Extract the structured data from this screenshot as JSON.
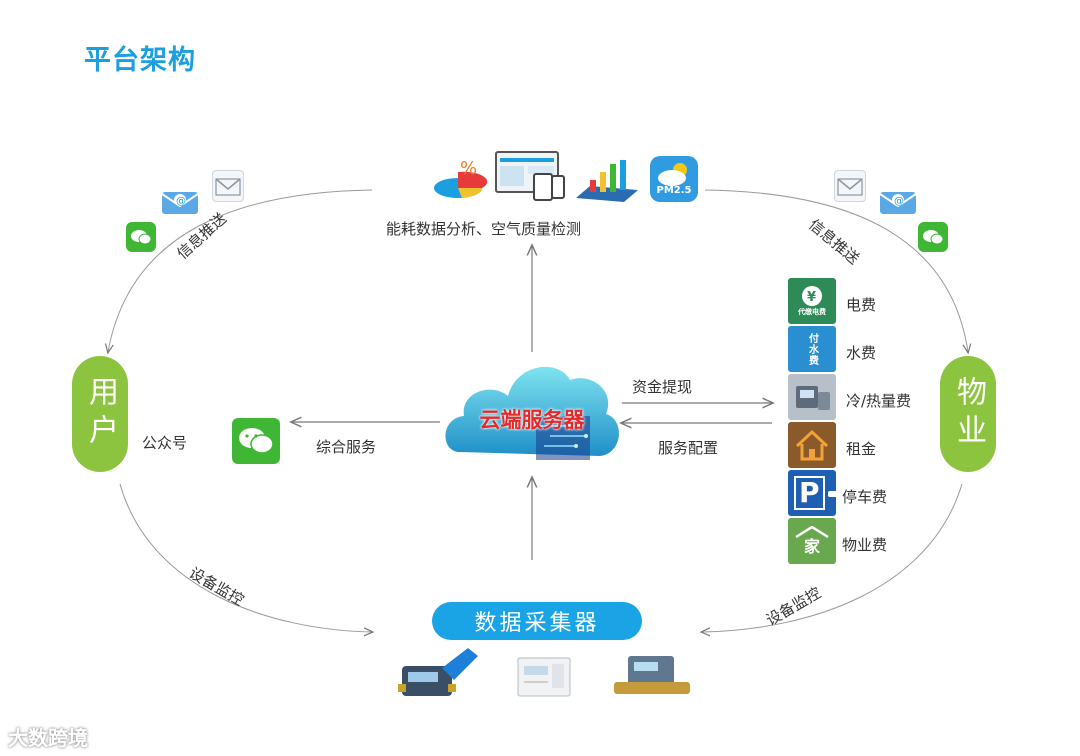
{
  "title": "平台架构",
  "cloud_label": "云端服务器",
  "top_label": "能耗数据分析、空气质量检测",
  "pm_label": "PM2.5",
  "user_node": "用户",
  "property_node": "物业",
  "collector_label": "数据采集器",
  "left_top_label": "信息推送",
  "right_top_label": "信息推送",
  "left_bottom_label": "设备监控",
  "right_bottom_label": "设备监控",
  "public_account": "公众号",
  "integrated_service": "综合服务",
  "fund_withdraw": "资金提现",
  "service_config": "服务配置",
  "fees": [
    {
      "label": "电费",
      "icon": "electricity-fee-icon",
      "icon_text": "代缴电费",
      "color": "#2e8b57"
    },
    {
      "label": "水费",
      "icon": "water-fee-icon",
      "icon_text": "付水费",
      "color": "#2a8fd0"
    },
    {
      "label": "冷/热量费",
      "icon": "heat-fee-icon",
      "icon_text": "",
      "color": "#9aa3ad"
    },
    {
      "label": "租金",
      "icon": "rent-house-icon",
      "icon_text": "",
      "color": "#8a5a2b"
    },
    {
      "label": "停车费",
      "icon": "parking-icon",
      "icon_text": "P",
      "color": "#1e5fb4"
    },
    {
      "label": "物业费",
      "icon": "property-fee-icon",
      "icon_text": "家",
      "color": "#6aa84f"
    }
  ],
  "watermark": "大数跨境",
  "colors": {
    "title": "#1b9fe0",
    "node": "#8cc43f",
    "collector": "#1aa3e5",
    "wechat": "#3fb735"
  }
}
